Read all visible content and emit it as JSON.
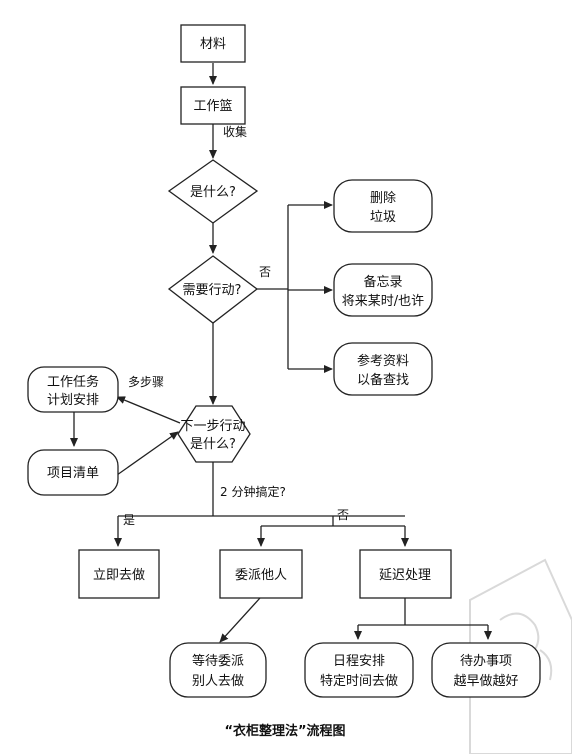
{
  "nodes": {
    "materials": "材料",
    "inbox": "工作篮",
    "what": "是什么?",
    "need_action": "需要行动?",
    "delete": [
      "删除",
      "垃圾"
    ],
    "memo": [
      "备忘录",
      "将来某时/也许"
    ],
    "reference": [
      "参考资料",
      "以备查找"
    ],
    "plan": [
      "工作任务",
      "计划安排"
    ],
    "project_list": "项目清单",
    "next_action": [
      "下一步行动",
      "是什么?"
    ],
    "do_now": "立即去做",
    "delegate": "委派他人",
    "defer": "延迟处理",
    "wait_delegate": [
      "等待委派",
      "别人去做"
    ],
    "schedule": [
      "日程安排",
      "特定时间去做"
    ],
    "todo": [
      "待办事项",
      "越早做越好"
    ]
  },
  "edge_labels": {
    "collect": "收集",
    "no_top": "否",
    "multi_step": "多步骤",
    "two_min": "2 分钟搞定?",
    "yes": "是",
    "no_bottom": "否"
  },
  "caption": "“衣柜整理法”流程图"
}
